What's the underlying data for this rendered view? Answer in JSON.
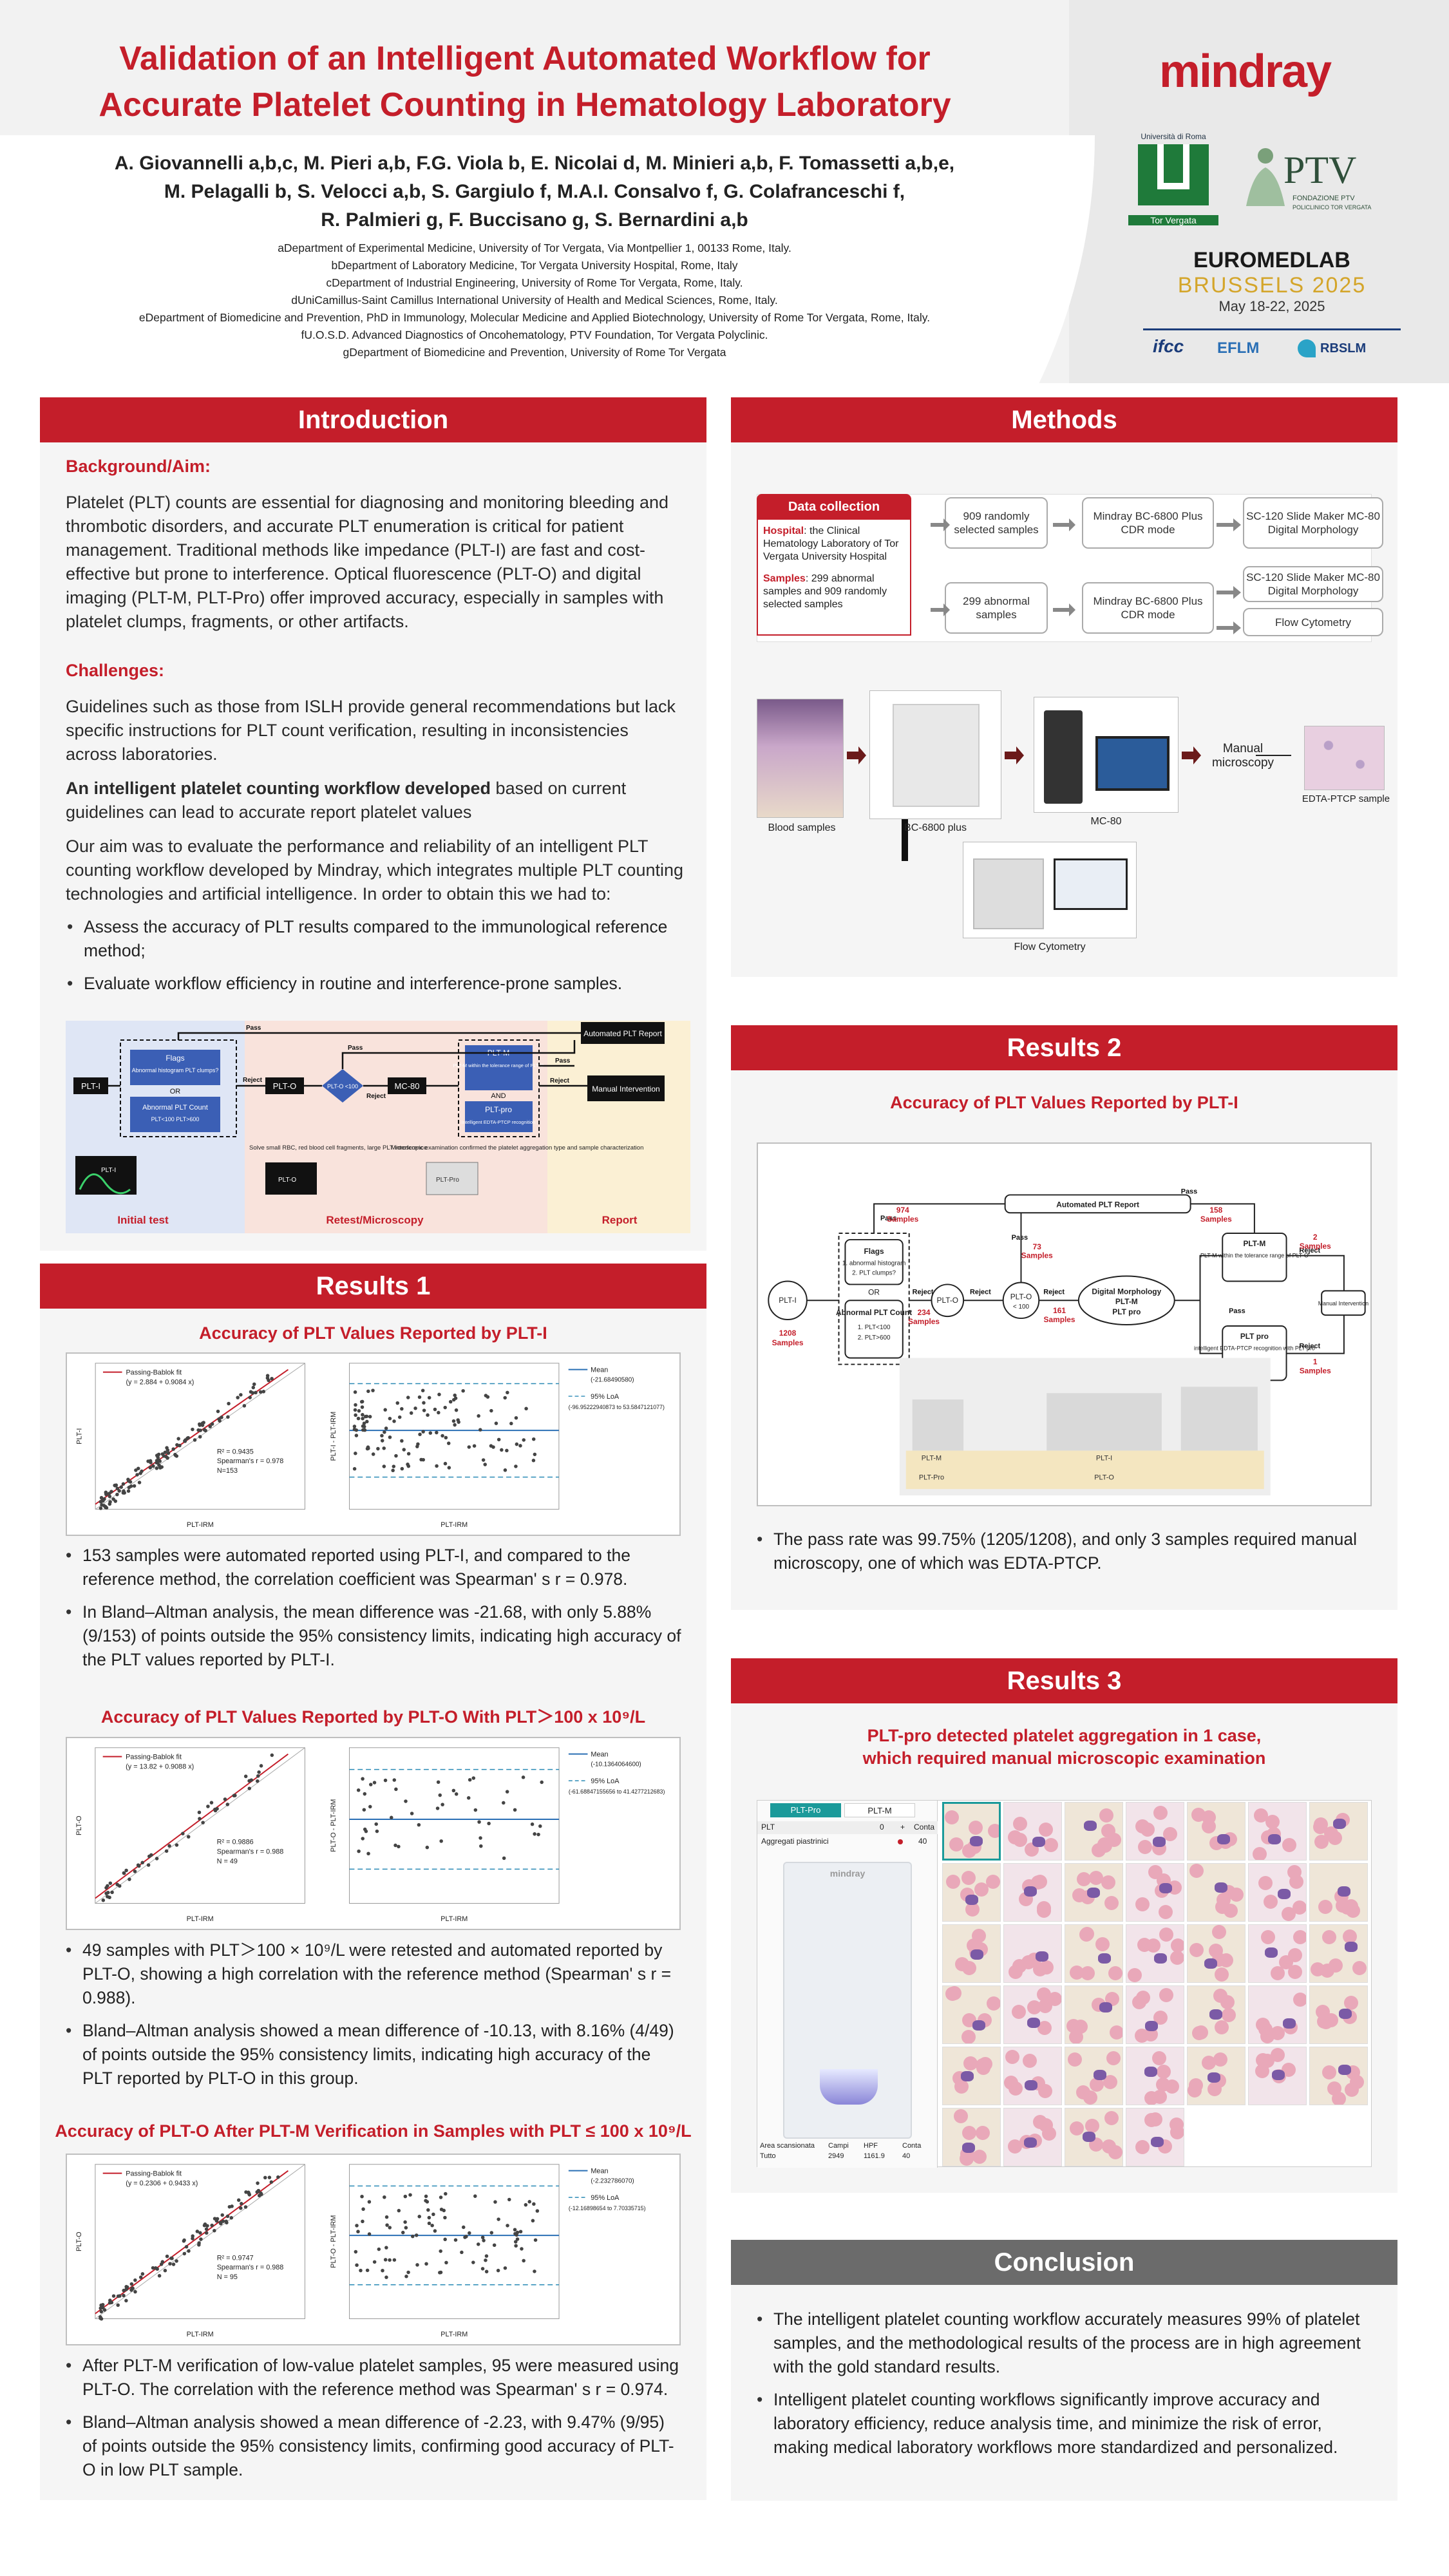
{
  "poster": {
    "title_line1": "Validation of an Intelligent Automated Workflow for",
    "title_line2": "Accurate Platelet Counting in Hematology Laboratory",
    "authors_line1": "A. Giovannelli a,b,c, M. Pieri a,b, F.G. Viola b, E. Nicolai d, M. Minieri a,b, F. Tomassetti a,b,e,",
    "authors_line2": "M. Pelagalli b, S. Velocci a,b, S. Gargiulo f, M.A.I. Consalvo f, G. Colafranceschi f,",
    "authors_line3": "R. Palmieri g, F. Buccisano g, S. Bernardini a,b",
    "affiliations": [
      "aDepartment of Experimental Medicine, University of Tor Vergata, Via Montpellier 1, 00133 Rome, Italy.",
      "bDepartment of Laboratory Medicine, Tor Vergata University Hospital, Rome, Italy",
      "cDepartment of Industrial Engineering, University of Rome Tor Vergata, Rome, Italy.",
      "dUniCamillus-Saint Camillus International University of Health and Medical Sciences, Rome, Italy.",
      "eDepartment of Biomedicine and Prevention, PhD in Immunology, Molecular Medicine and Applied Biotechnology, University of Rome Tor Vergata, Rome, Italy.",
      "fU.O.S.D. Advanced Diagnostics of Oncohematology, PTV Foundation, Tor Vergata Polyclinic.",
      "gDepartment of Biomedicine and Prevention, University of Rome Tor Vergata"
    ],
    "logos": {
      "mindray": "mindray",
      "uni_top": "Università di Roma",
      "uni_bottom": "Tor Vergata",
      "ptv": "PTV",
      "ptv_sub1": "FONDAZIONE PTV",
      "ptv_sub2": "POLICLINICO TOR VERGATA",
      "euromedlab": "EUROMEDLAB",
      "brussels": "BRUSSELS 2025",
      "dates": "May 18-22, 2025",
      "ifcc": "ifcc",
      "eflm": "EFLM",
      "rbslm": "RBSLM"
    }
  },
  "intro": {
    "header": "Introduction",
    "bg_title": "Background/Aim:",
    "bg_text": "Platelet (PLT) counts are essential for diagnosing and monitoring bleeding and thrombotic disorders, and accurate PLT enumeration is critical for patient management. Traditional methods like impedance (PLT-I) are fast and cost-effective but prone to interference. Optical fluorescence (PLT-O) and digital imaging (PLT-M, PLT-Pro) offer improved accuracy, especially in samples with platelet clumps, fragments, or other artifacts.",
    "ch_title": "Challenges:",
    "ch_text": "Guidelines such as those from ISLH provide general recommendations but lack specific instructions for PLT count verification, resulting in inconsistencies across laboratories.",
    "bold_part": "An intelligent platelet counting workflow developed",
    "bold_rest": " based on current guidelines can lead to accurate report platelet values",
    "aim_text": "Our aim was to evaluate the performance and reliability of an intelligent PLT counting workflow developed by Mindray, which integrates multiple PLT counting technologies and artificial intelligence. In order to obtain this we had to:",
    "bullets": [
      "Assess the accuracy of PLT results compared to the immunological reference method;",
      "Evaluate workflow efficiency in routine and interference-prone samples."
    ],
    "wf": {
      "initial": "Initial test",
      "retest": "Retest/Microscopy",
      "report": "Report",
      "plti": "PLT-I",
      "flags": "Flags",
      "flags_items": "Abnormal histogram PLT clumps?",
      "or": "OR",
      "abn": "Abnormal PLT Count",
      "abn_items": "PLT<100 PLT>600",
      "pass": "Pass",
      "reject": "Reject",
      "plto": "PLT-O",
      "plto_cond": "PLT-O <100",
      "mc80": "MC-80",
      "pltm": "PLT-M",
      "pltm_cond": "PLT-M within the tolerance range of PLT-O",
      "and": "AND",
      "pltpro": "PLT-pro",
      "pltpro_cond": "Intelligent EDTA-PTCP recognition",
      "auto": "Automated PLT Report",
      "manual": "Manual Intervention",
      "note1": "Solve small RBC, red blood cell fragments, large PLT interference",
      "note2": "Microscopic examination confirmed the platelet aggregation type and sample characterization",
      "plti_small": "PLT-I",
      "plto_small": "PLT-O",
      "pltpro_small": "PLT-Pro"
    }
  },
  "methods": {
    "header": "Methods",
    "dc_title": "Data collection",
    "dc_hosp_k": "Hospital",
    "dc_hosp_v": ": the Clinical Hematology Laboratory of Tor Vergata University Hospital",
    "dc_samp_k": "Samples",
    "dc_samp_v": ": 299 abnormal samples and 909 randomly selected samples",
    "n1": "909 randomly selected samples",
    "n2": "299 abnormal samples",
    "m1": "Mindray BC-6800 Plus CDR mode",
    "m2": "Mindray BC-6800 Plus CDR mode",
    "r1": "SC-120 Slide Maker MC-80 Digital Morphology",
    "r2": "SC-120 Slide Maker MC-80 Digital Morphology",
    "r3": "Flow Cytometry",
    "lbl_blood": "Blood samples",
    "lbl_bc": "BC-6800 plus",
    "lbl_mc": "MC-80",
    "lbl_manual": "Manual microscopy",
    "lbl_edta": "EDTA-PTCP sample",
    "lbl_flow": "Flow Cytometry"
  },
  "results1": {
    "header": "Results 1",
    "t1": "Accuracy of  PLT Values Reported by PLT-I",
    "f1": {
      "fit": "Passing-Bablok fit",
      "eq": "(y = 2.884 + 0.9084 x)",
      "r2": "R² = 0.9435",
      "sp": "Spearman's r = 0.978",
      "n": "N=153",
      "xl": "PLT-IRM",
      "yl": "PLT-I",
      "ba_mean": "Mean",
      "ba_mean_v": "(-21.68490580)",
      "ba_loa": "95% LoA",
      "ba_loa_v": "(-96.95222940873 to 53.5847121077)",
      "ba_xl": "PLT-IRM",
      "ba_yl": "PLT-I - PLT-IRM"
    },
    "b1": [
      "153 samples were automated reported using PLT-I, and compared to the reference method, the correlation coefficient was Spearman' s r = 0.978.",
      "In Bland–Altman analysis, the mean difference was -21.68, with only 5.88% (9/153) of points outside the 95% consistency limits, indicating high accuracy of the PLT values reported by PLT-I."
    ],
    "t2": "Accuracy of PLT Values Reported by PLT-O With PLT＞100 x 10⁹/L",
    "f2": {
      "fit": "Passing-Bablok fit",
      "eq": "(y = 13.82 + 0.9088 x)",
      "r2": "R² = 0.9886",
      "sp": "Spearman's r = 0.988",
      "n": "N = 49",
      "xl": "PLT-IRM",
      "yl": "PLT-O",
      "ba_mean": "Mean",
      "ba_mean_v": "(-10.1364064600)",
      "ba_loa": "95% LoA",
      "ba_loa_v": "(-61.68847155656 to 41.4277212683)",
      "ba_xl": "PLT-IRM",
      "ba_yl": "PLT-O - PLT-IRM"
    },
    "b2": [
      "49 samples with PLT＞100 × 10⁹/L were retested and automated reported by PLT-O, showing a high correlation with the reference method (Spearman' s r = 0.988).",
      "Bland–Altman analysis showed a mean difference of -10.13, with 8.16% (4/49) of points outside the 95% consistency limits, indicating high accuracy of the PLT reported by PLT-O in this group."
    ],
    "t3": "Accuracy of PLT-O After PLT-M Verification in Samples with PLT ≤ 100 x 10⁹/L",
    "f3": {
      "fit": "Passing-Bablok fit",
      "eq": "(y = 0.2306 + 0.9433 x)",
      "r2": "R² = 0.9747",
      "sp": "Spearman's r = 0.988",
      "n": "N = 95",
      "xl": "PLT-IRM",
      "yl": "PLT-O",
      "ba_mean": "Mean",
      "ba_mean_v": "(-2.232786070)",
      "ba_loa": "95% LoA",
      "ba_loa_v": "(-12.16898654 to 7.70335715)",
      "ba_xl": "PLT-IRM",
      "ba_yl": "PLT-O - PLT-IRM"
    },
    "b3": [
      "After PLT-M verification of low-value platelet samples, 95 were measured using PLT-O. The correlation with the reference method was Spearman' s r = 0.974.",
      "Bland–Altman analysis showed a mean difference of -2.23, with 9.47% (9/95) of points outside the 95% consistency limits, confirming good accuracy of PLT-O in low PLT sample."
    ]
  },
  "results2": {
    "header": "Results 2",
    "title": "Accuracy of  PLT Values Reported by PLT-I",
    "fc": {
      "plti": "PLT-I",
      "n1208": "1208",
      "samples": "Samples",
      "flags": "Flags",
      "f1": "1.  abnormal histogram",
      "f2": "2.  PLT clumps?",
      "or": "OR",
      "abn": "Abnormal PLT Count",
      "a1": "1.  PLT<100",
      "a2": "2.  PLT>600",
      "pass": "Pass",
      "reject": "Reject",
      "n974": "974",
      "n234": "234",
      "n73": "73",
      "n161": "161",
      "n158": "158",
      "n2": "2",
      "n1": "1",
      "plto": "PLT-O",
      "plto_c": "< 100",
      "dm": "Digital Morphology",
      "dm2": "PLT-M",
      "dm3": "PLT pro",
      "auto": "Automated PLT Report",
      "pltm": "PLT-M",
      "pltm_c": "PLT-M within the tolerance range of PLT-O",
      "pltpro": "PLT pro",
      "pltpro_c": "intelligent EDTA-PTCP recognition with PLT pro",
      "manual": "Manual Intervention",
      "lab_m": "PLT-M",
      "lab_pro": "PLT-Pro",
      "lab_i": "PLT-I",
      "lab_o": "PLT-O"
    },
    "bullet": "The pass rate was 99.75% (1205/1208), and only 3 samples required manual microscopy, one of which was EDTA-PTCP."
  },
  "results3": {
    "header": "Results 3",
    "title1": "PLT-pro detected platelet aggregation in 1 case,",
    "title2": "which required manual microscopic examination",
    "tab1": "PLT-Pro",
    "tab2": "PLT-M",
    "col_plt": "PLT",
    "col_0": "0",
    "col_plus": "+",
    "col_conta": "Conta",
    "row_name": "Aggregati piastrinici",
    "row_val": "40",
    "brand": "mindray",
    "foot_area": "Area scansionata",
    "foot_campi": "Campi",
    "foot_hpf": "HPF",
    "foot_conta": "Conta",
    "foot_tutto": "Tutto",
    "foot_v1": "2949",
    "foot_v2": "1161.9",
    "foot_v3": "40"
  },
  "conclusion": {
    "header": "Conclusion",
    "bullets": [
      "The intelligent platelet counting workflow accurately measures 99% of platelet samples, and the methodological results of the process are in high agreement with the gold standard results.",
      "Intelligent platelet counting workflows significantly improve accuracy and laboratory efficiency, reduce analysis time, and minimize the risk of error, making medical laboratory workflows more standardized and personalized."
    ]
  },
  "colors": {
    "accent": "#c41e2a",
    "gray_header": "#6b6b6b",
    "panel": "#f5f5f5"
  }
}
